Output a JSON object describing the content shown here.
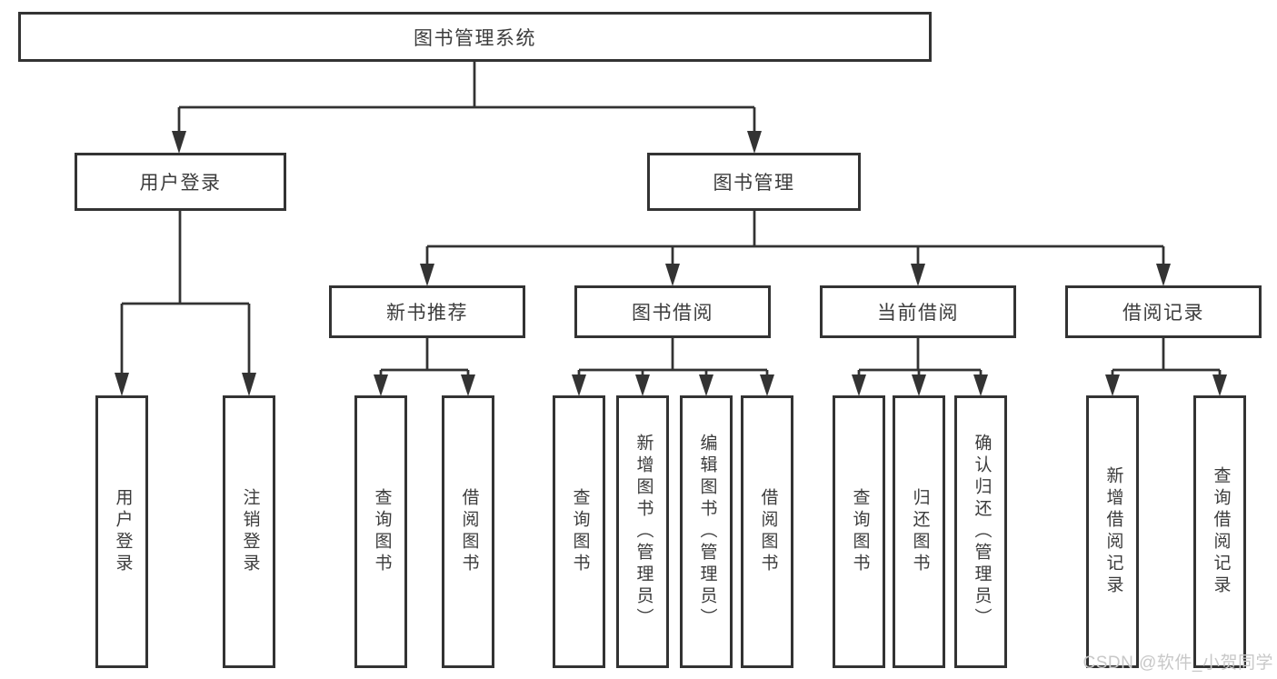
{
  "diagram": {
    "title": {
      "label": "图书管理系统"
    },
    "user_login": {
      "label": "用户登录",
      "children": [
        {
          "label": "用户登录"
        },
        {
          "label": "注销登录"
        }
      ]
    },
    "book_management": {
      "label": "图书管理",
      "sections": [
        {
          "label": "新书推荐",
          "children": [
            {
              "label": "查询图书"
            },
            {
              "label": "借阅图书"
            }
          ]
        },
        {
          "label": "图书借阅",
          "children": [
            {
              "label": "查询图书"
            },
            {
              "label": "新增图书（管理员）"
            },
            {
              "label": "编辑图书（管理员）"
            },
            {
              "label": "借阅图书"
            }
          ]
        },
        {
          "label": "当前借阅",
          "children": [
            {
              "label": "查询图书"
            },
            {
              "label": "归还图书"
            },
            {
              "label": "确认归还（管理员）"
            }
          ]
        },
        {
          "label": "借阅记录",
          "children": [
            {
              "label": "新增借阅记录"
            },
            {
              "label": "查询借阅记录"
            }
          ]
        }
      ]
    },
    "watermark": "CSDN @软件_小贺同学",
    "colors": {
      "line": "#333333",
      "text": "#3c3c3c",
      "watermark": "#c8c8c8",
      "background": "#ffffff"
    }
  }
}
